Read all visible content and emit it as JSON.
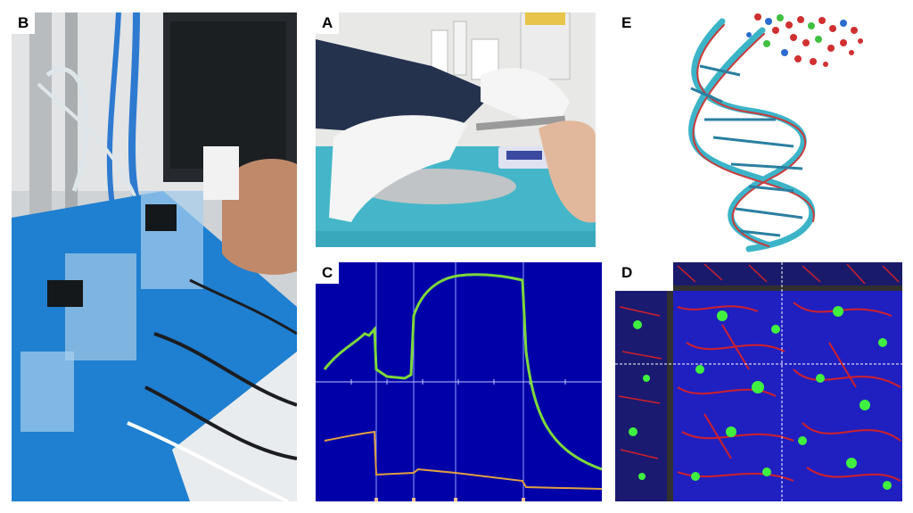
{
  "figure": {
    "panels": [
      {
        "id": "B",
        "label": "B",
        "content": "photo-perfusion-apparatus"
      },
      {
        "id": "A",
        "label": "A",
        "content": "photo-gloved-hands-surgery"
      },
      {
        "id": "E",
        "label": "E",
        "content": "dna-helix-molecular-model"
      },
      {
        "id": "C",
        "label": "C",
        "content": "electrophysiology-trace"
      },
      {
        "id": "D",
        "label": "D",
        "content": "confocal-orthogonal-view"
      }
    ]
  },
  "colors": {
    "trace_background": "#0000a8",
    "trace_green": "#6ee03a",
    "trace_orange": "#e0a040",
    "apparatus_blue": "#1f7fd0",
    "confocal_red": "#d0202a",
    "confocal_green": "#40f040",
    "confocal_blue": "#2020c0",
    "molecule_cyan": "#3cb4c8",
    "molecule_red": "#c83c3c"
  }
}
